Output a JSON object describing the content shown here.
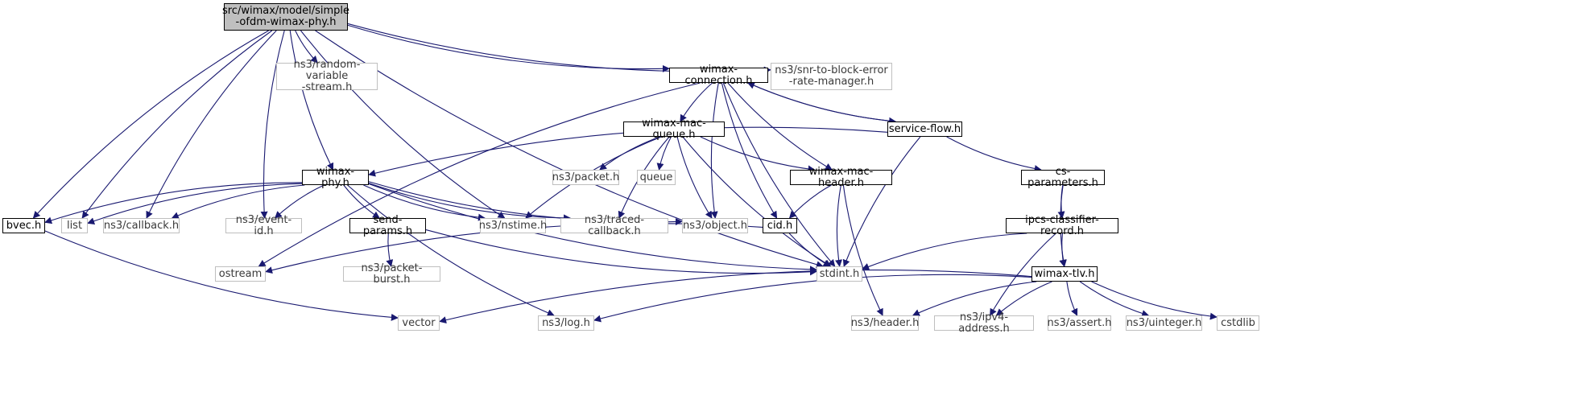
{
  "colors": {
    "edge": "#191970",
    "main_fill": "#bfbfbf",
    "ext_border": "#bfbfbf",
    "file_border": "#000000"
  },
  "nodes": [
    {
      "id": "root",
      "label": "src/wimax/model/simple\n-ofdm-wimax-phy.h",
      "kind": "main"
    },
    {
      "id": "rvs",
      "label": "ns3/random-variable\n-stream.h",
      "kind": "ext"
    },
    {
      "id": "wimaxconn",
      "label": "wimax-connection.h",
      "kind": "file"
    },
    {
      "id": "snr",
      "label": "ns3/snr-to-block-error\n-rate-manager.h",
      "kind": "ext"
    },
    {
      "id": "macqueue",
      "label": "wimax-mac-queue.h",
      "kind": "file"
    },
    {
      "id": "serviceflow",
      "label": "service-flow.h",
      "kind": "file"
    },
    {
      "id": "wimaxphy",
      "label": "wimax-phy.h",
      "kind": "file"
    },
    {
      "id": "packet",
      "label": "ns3/packet.h",
      "kind": "ext"
    },
    {
      "id": "queue",
      "label": "queue",
      "kind": "ext"
    },
    {
      "id": "macheader",
      "label": "wimax-mac-header.h",
      "kind": "file"
    },
    {
      "id": "csparams",
      "label": "cs-parameters.h",
      "kind": "file"
    },
    {
      "id": "bvec",
      "label": "bvec.h",
      "kind": "file"
    },
    {
      "id": "list",
      "label": "list",
      "kind": "ext"
    },
    {
      "id": "callback",
      "label": "ns3/callback.h",
      "kind": "ext"
    },
    {
      "id": "eventid",
      "label": "ns3/event-id.h",
      "kind": "ext"
    },
    {
      "id": "sendparams",
      "label": "send-params.h",
      "kind": "file"
    },
    {
      "id": "nstime",
      "label": "ns3/nstime.h",
      "kind": "ext"
    },
    {
      "id": "tracedcb",
      "label": "ns3/traced-callback.h",
      "kind": "ext"
    },
    {
      "id": "object",
      "label": "ns3/object.h",
      "kind": "ext"
    },
    {
      "id": "cid",
      "label": "cid.h",
      "kind": "file"
    },
    {
      "id": "ipcs",
      "label": "ipcs-classifier-record.h",
      "kind": "file"
    },
    {
      "id": "ostream",
      "label": "ostream",
      "kind": "ext"
    },
    {
      "id": "packetburst",
      "label": "ns3/packet-burst.h",
      "kind": "ext"
    },
    {
      "id": "stdint",
      "label": "stdint.h",
      "kind": "ext"
    },
    {
      "id": "wimaxtlv",
      "label": "wimax-tlv.h",
      "kind": "file"
    },
    {
      "id": "vector",
      "label": "vector",
      "kind": "ext"
    },
    {
      "id": "log",
      "label": "ns3/log.h",
      "kind": "ext"
    },
    {
      "id": "header",
      "label": "ns3/header.h",
      "kind": "ext"
    },
    {
      "id": "ipv4",
      "label": "ns3/ipv4-address.h",
      "kind": "ext"
    },
    {
      "id": "assert",
      "label": "ns3/assert.h",
      "kind": "ext"
    },
    {
      "id": "uinteger",
      "label": "ns3/uinteger.h",
      "kind": "ext"
    },
    {
      "id": "cstdlib",
      "label": "cstdlib",
      "kind": "ext"
    }
  ],
  "edges": [
    [
      "root",
      "rvs"
    ],
    [
      "root",
      "wimaxconn"
    ],
    [
      "root",
      "snr"
    ],
    [
      "root",
      "wimaxphy"
    ],
    [
      "root",
      "bvec"
    ],
    [
      "root",
      "list"
    ],
    [
      "root",
      "callback"
    ],
    [
      "root",
      "eventid"
    ],
    [
      "root",
      "nstime"
    ],
    [
      "root",
      "stdint"
    ],
    [
      "wimaxconn",
      "macqueue"
    ],
    [
      "wimaxconn",
      "serviceflow"
    ],
    [
      "wimaxconn",
      "macheader"
    ],
    [
      "wimaxconn",
      "object"
    ],
    [
      "wimaxconn",
      "cid"
    ],
    [
      "wimaxconn",
      "stdint"
    ],
    [
      "wimaxconn",
      "ostream"
    ],
    [
      "serviceflow",
      "wimaxconn"
    ],
    [
      "serviceflow",
      "wimaxphy"
    ],
    [
      "serviceflow",
      "csparams"
    ],
    [
      "serviceflow",
      "stdint"
    ],
    [
      "macqueue",
      "packet"
    ],
    [
      "macqueue",
      "queue"
    ],
    [
      "macqueue",
      "macheader"
    ],
    [
      "macqueue",
      "object"
    ],
    [
      "macqueue",
      "stdint"
    ],
    [
      "macqueue",
      "nstime"
    ],
    [
      "macqueue",
      "tracedcb"
    ],
    [
      "wimaxphy",
      "bvec"
    ],
    [
      "wimaxphy",
      "list"
    ],
    [
      "wimaxphy",
      "callback"
    ],
    [
      "wimaxphy",
      "eventid"
    ],
    [
      "wimaxphy",
      "sendparams"
    ],
    [
      "wimaxphy",
      "nstime"
    ],
    [
      "wimaxphy",
      "tracedcb"
    ],
    [
      "wimaxphy",
      "object"
    ],
    [
      "wimaxphy",
      "stdint"
    ],
    [
      "wimaxphy",
      "log"
    ],
    [
      "macheader",
      "cid"
    ],
    [
      "macheader",
      "stdint"
    ],
    [
      "macheader",
      "header"
    ],
    [
      "csparams",
      "ipcs"
    ],
    [
      "csparams",
      "wimaxtlv"
    ],
    [
      "ipcs",
      "wimaxtlv"
    ],
    [
      "ipcs",
      "stdint"
    ],
    [
      "ipcs",
      "ipv4"
    ],
    [
      "cid",
      "stdint"
    ],
    [
      "cid",
      "ostream"
    ],
    [
      "sendparams",
      "stdint"
    ],
    [
      "sendparams",
      "packetburst"
    ],
    [
      "bvec",
      "vector"
    ],
    [
      "wimaxtlv",
      "vector"
    ],
    [
      "wimaxtlv",
      "log"
    ],
    [
      "wimaxtlv",
      "header"
    ],
    [
      "wimaxtlv",
      "ipv4"
    ],
    [
      "wimaxtlv",
      "assert"
    ],
    [
      "wimaxtlv",
      "uinteger"
    ],
    [
      "wimaxtlv",
      "cstdlib"
    ]
  ]
}
